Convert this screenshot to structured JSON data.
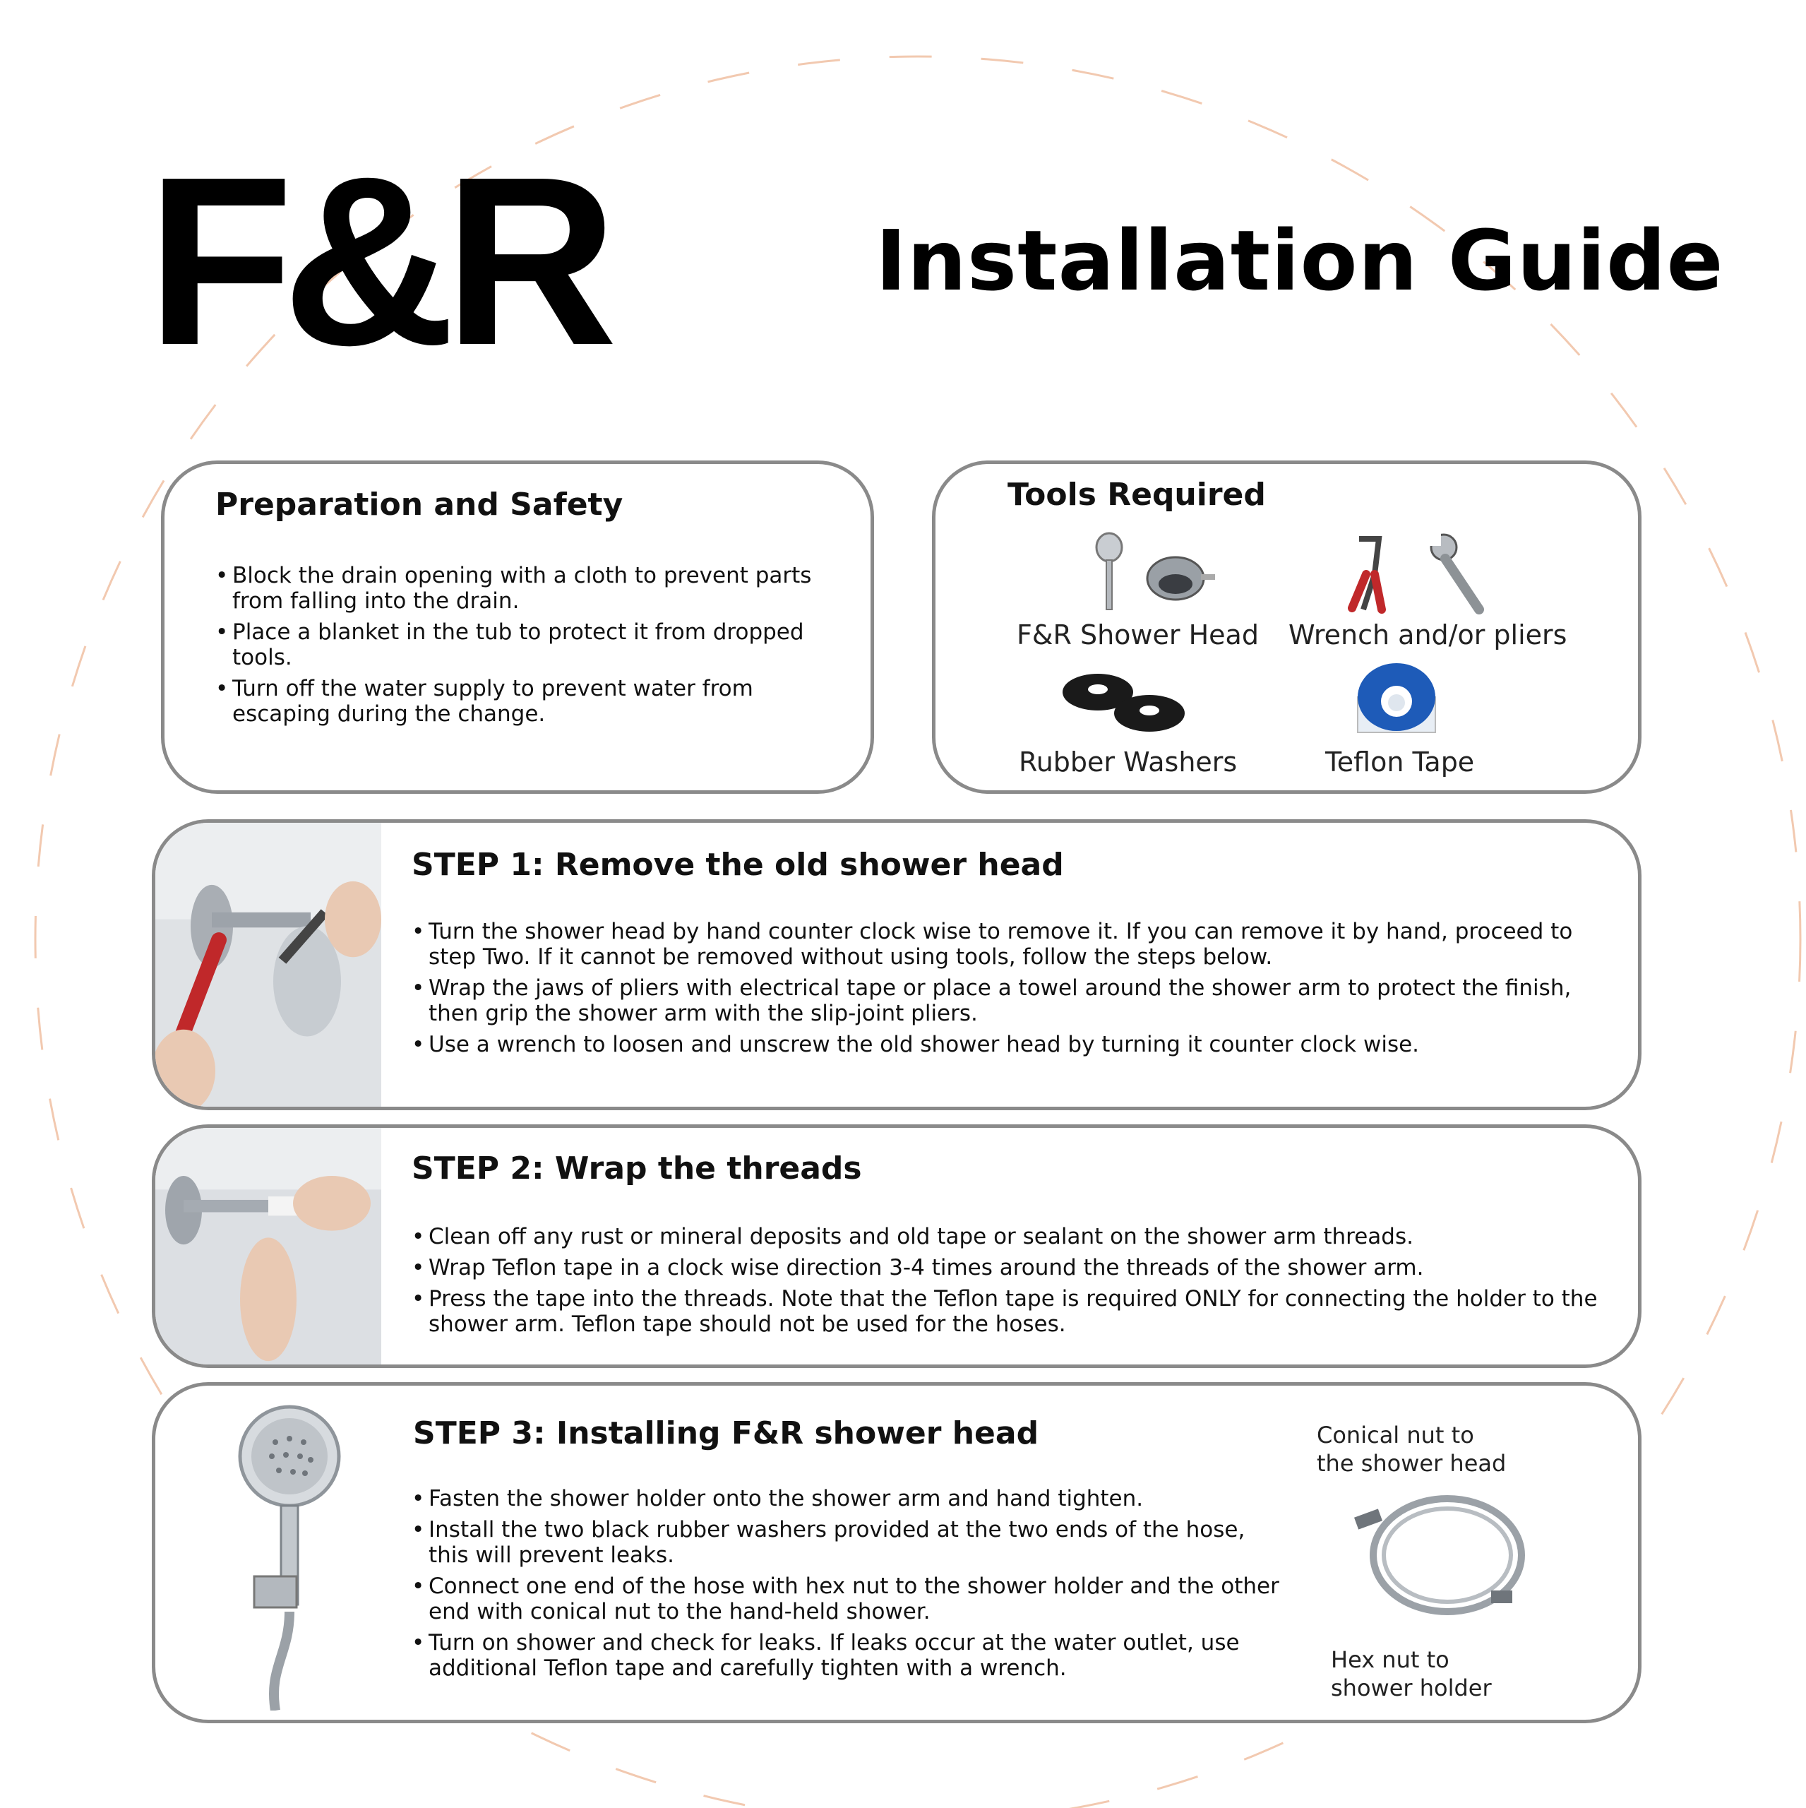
{
  "brand": "F&R",
  "title": "Installation Guide",
  "preparation": {
    "heading": "Preparation and  Safety",
    "items": [
      "Block the drain opening with a cloth to prevent parts from falling into the drain.",
      "Place a blanket in the tub to protect it from dropped tools.",
      "Turn off  the water supply to prevent water from escaping during the change."
    ]
  },
  "tools": {
    "heading": "Tools  Required",
    "items": [
      {
        "label": "F&R Shower Head",
        "icon": "shower-head-icon"
      },
      {
        "label": "Wrench and/or pliers",
        "icon": "wrench-pliers-icon"
      },
      {
        "label": "Rubber Washers",
        "icon": "rubber-washers-icon"
      },
      {
        "label": "Teflon Tape",
        "icon": "teflon-tape-icon"
      }
    ]
  },
  "steps": [
    {
      "heading": "STEP 1: Remove the old shower head",
      "items": [
        "Turn the shower head by hand counter clock wise to remove it. If you can remove it by hand, proceed  to  step Two. If it cannot be removed without  using tools,  follow  the steps below.",
        "Wrap the jaws of pliers with electrical tape or place a towel around the shower arm to protect the finish, then grip the shower arm with the slip-joint pliers.",
        "Use a wrench to loosen and unscrew the old  shower head by  turning it counter clock wise."
      ]
    },
    {
      "heading": "STEP 2: Wrap the threads",
      "items": [
        "Clean off any rust or mineral deposits and old tape or sealant on the shower arm threads.",
        "Wrap Teflon tape in a clock wise direction 3-4 times around the threads of the shower  arm.",
        "Press the tape into the threads. Note that the Teflon tape is required ONLY for connecting the holder to the shower arm. Teflon tape should not be used for the hoses."
      ]
    },
    {
      "heading": "STEP 3: Installing F&R shower head",
      "items": [
        "Fasten the shower holder onto the shower arm and hand tighten.",
        "Install the two black rubber washers provided at the two ends of the hose, this will prevent leaks.",
        "Connect one end of the hose with hex nut to the shower holder and the other end with conical nut to the hand-held shower.",
        "Turn on shower and check for leaks. If leaks occur at the water outlet, use additional Teflon tape and carefully tighten with a wrench."
      ],
      "hose_labels": {
        "top": "Conical nut to the shower head",
        "bottom": "Hex nut to shower holder"
      }
    }
  ],
  "colors": {
    "border": "#8a8a8a",
    "accent_arc": "#f2c9b0",
    "teflon_blue": "#1e5bb8",
    "plier_red": "#c0282a"
  }
}
